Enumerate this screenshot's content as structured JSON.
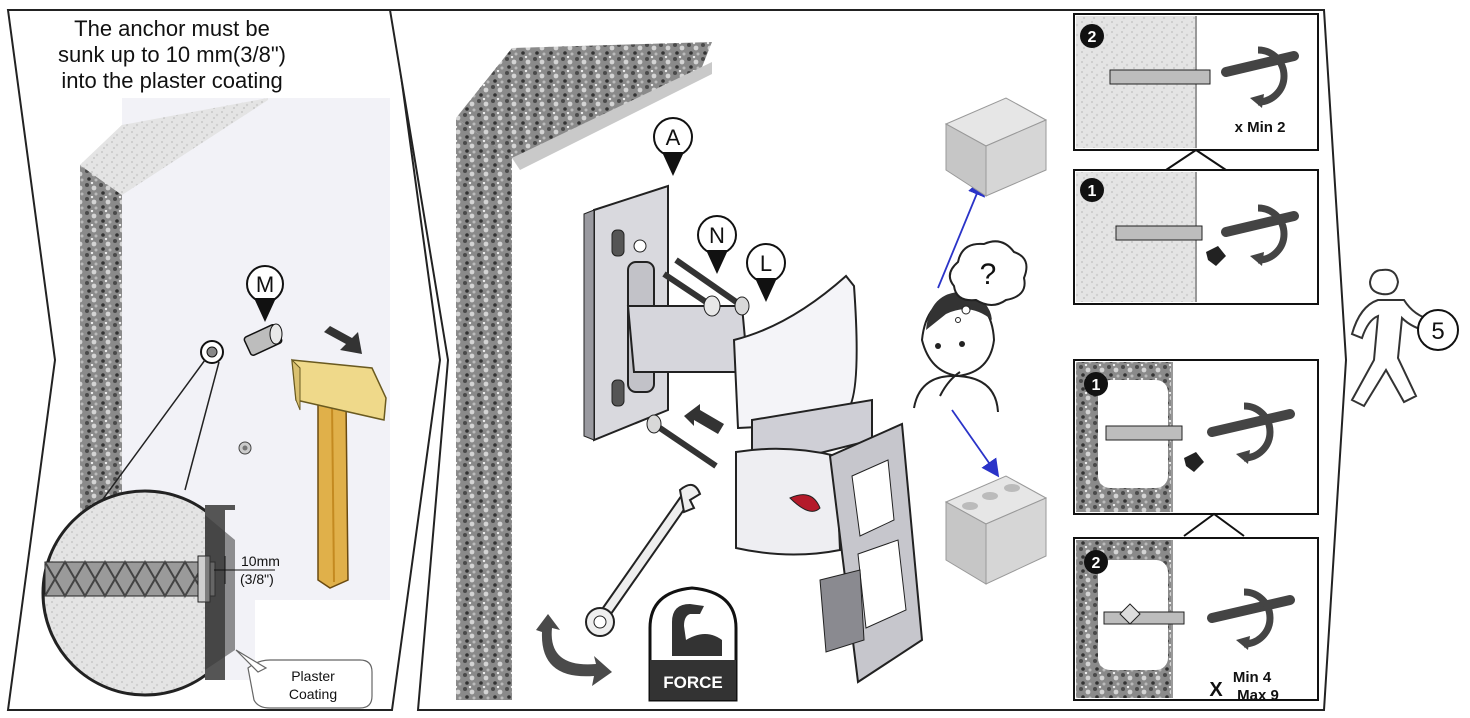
{
  "step_one": {
    "instruction_lines": [
      "The anchor must be",
      "sunk up to 10 mm(3/8\")",
      "into the plaster coating"
    ],
    "callout_m": "M",
    "measurement_mm": "10mm",
    "measurement_in": "(3/8\")",
    "plaster_label_lines": [
      "Plaster",
      "Coating"
    ]
  },
  "step_two": {
    "callout_a": "A",
    "callout_n": "N",
    "callout_l": "L",
    "question_mark": "?",
    "force_label": "FORCE"
  },
  "solid_wall": {
    "panel_top": {
      "number": "2",
      "quantity": "x Min 2"
    },
    "panel_bottom": {
      "number": "1"
    }
  },
  "hollow_block": {
    "panel_top": {
      "number": "1"
    },
    "panel_bottom": {
      "number": "2",
      "quantity_x": "X",
      "quantity_min": "Min 4",
      "quantity_max": "Max 9"
    }
  },
  "next_step": {
    "number": "5"
  },
  "colors": {
    "line": "#111111",
    "plaster": "#f2f2f7",
    "arrow_blue": "#2a33c8",
    "hammer_head": "#efd98a",
    "hammer_handle": "#e0b04a"
  }
}
